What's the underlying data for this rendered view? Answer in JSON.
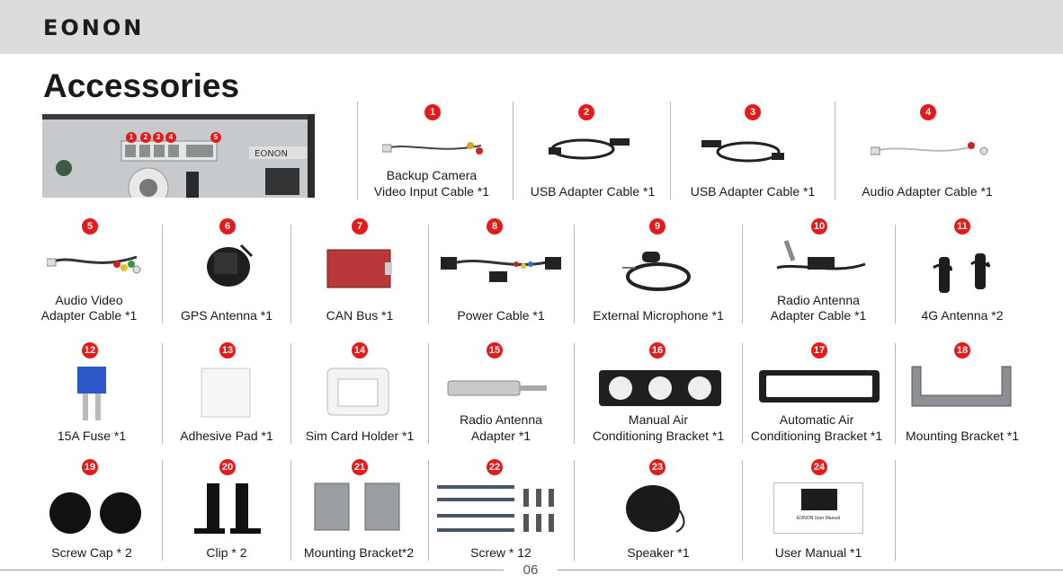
{
  "brand": "EONON",
  "title": "Accessories",
  "page_number": "06",
  "panel": {
    "badges": [
      "1",
      "2",
      "3",
      "4",
      "5"
    ]
  },
  "items": [
    {
      "num": "1",
      "caption": [
        "Backup Camera",
        "Video Input Cable *1"
      ],
      "icon": "camera-cable-icon"
    },
    {
      "num": "2",
      "caption": [
        "USB Adapter Cable *1"
      ],
      "icon": "usb-cable-icon"
    },
    {
      "num": "3",
      "caption": [
        "USB Adapter Cable *1"
      ],
      "icon": "usb-cable-icon"
    },
    {
      "num": "4",
      "caption": [
        "Audio Adapter Cable *1"
      ],
      "icon": "audio-cable-icon"
    },
    {
      "num": "5",
      "caption": [
        "Audio Video",
        "Adapter Cable *1"
      ],
      "icon": "av-cable-icon"
    },
    {
      "num": "6",
      "caption": [
        "GPS Antenna *1"
      ],
      "icon": "gps-antenna-icon"
    },
    {
      "num": "7",
      "caption": [
        "CAN Bus *1"
      ],
      "icon": "can-bus-icon"
    },
    {
      "num": "8",
      "caption": [
        "Power Cable *1"
      ],
      "icon": "power-cable-icon"
    },
    {
      "num": "9",
      "caption": [
        "External Microphone *1"
      ],
      "icon": "microphone-icon"
    },
    {
      "num": "10",
      "caption": [
        "Radio Antenna",
        "Adapter Cable *1"
      ],
      "icon": "radio-antenna-cable-icon"
    },
    {
      "num": "11",
      "caption": [
        "4G Antenna *2"
      ],
      "icon": "4g-antenna-icon"
    },
    {
      "num": "12",
      "caption": [
        "15A Fuse *1"
      ],
      "icon": "fuse-icon"
    },
    {
      "num": "13",
      "caption": [
        "Adhesive Pad *1"
      ],
      "icon": "adhesive-pad-icon"
    },
    {
      "num": "14",
      "caption": [
        "Sim Card Holder *1"
      ],
      "icon": "sim-holder-icon"
    },
    {
      "num": "15",
      "caption": [
        "Radio Antenna",
        "Adapter *1"
      ],
      "icon": "antenna-adapter-icon"
    },
    {
      "num": "16",
      "caption": [
        "Manual Air",
        "Conditioning Bracket *1"
      ],
      "icon": "manual-ac-bracket-icon"
    },
    {
      "num": "17",
      "caption": [
        "Automatic Air",
        "Conditioning Bracket *1"
      ],
      "icon": "auto-ac-bracket-icon"
    },
    {
      "num": "18",
      "caption": [
        "Mounting Bracket *1"
      ],
      "icon": "mounting-bracket-icon"
    },
    {
      "num": "19",
      "caption": [
        "Screw Cap * 2"
      ],
      "icon": "screw-cap-icon"
    },
    {
      "num": "20",
      "caption": [
        "Clip * 2"
      ],
      "icon": "clip-icon"
    },
    {
      "num": "21",
      "caption": [
        "Mounting Bracket*2"
      ],
      "icon": "mounting-bracket-pair-icon"
    },
    {
      "num": "22",
      "caption": [
        "Screw * 12"
      ],
      "icon": "screws-icon"
    },
    {
      "num": "23",
      "caption": [
        "Speaker *1"
      ],
      "icon": "speaker-icon"
    },
    {
      "num": "24",
      "caption": [
        "User Manual *1"
      ],
      "icon": "user-manual-icon"
    }
  ],
  "manual_cover_text": "EONON User Manual"
}
